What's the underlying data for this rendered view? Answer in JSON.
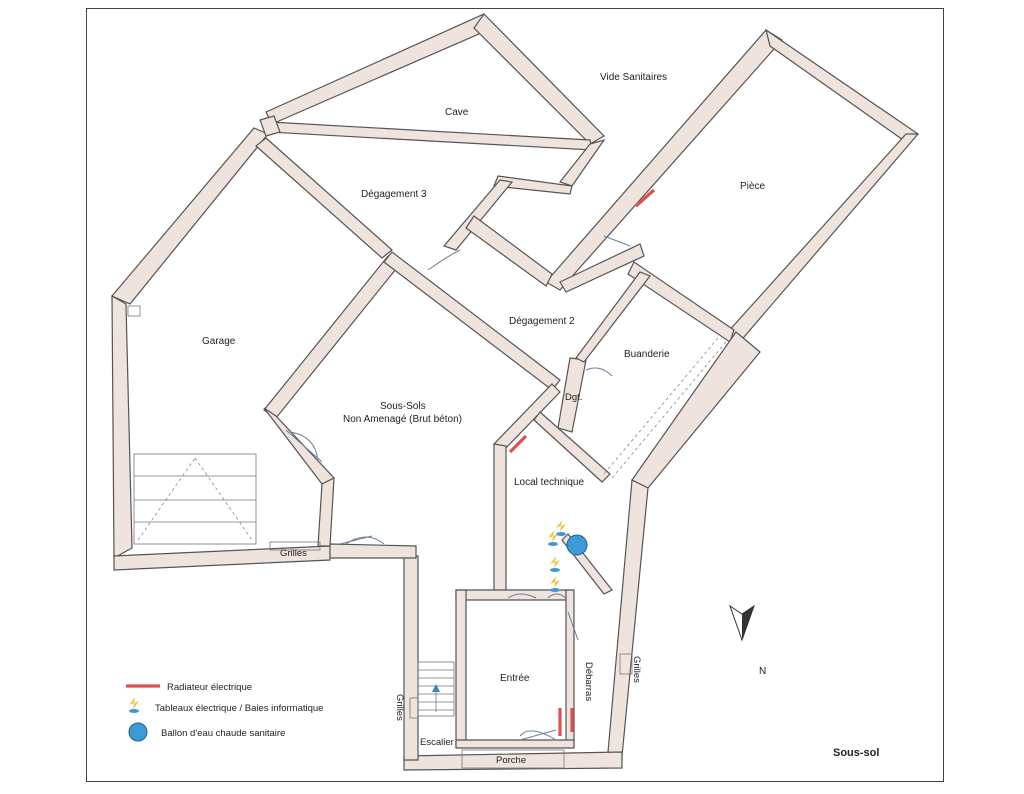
{
  "plan": {
    "title": "Sous-sol",
    "north_label": "N",
    "rooms": {
      "vide_sanitaires": "Vide Sanitaires",
      "cave": "Cave",
      "piece": "Pièce",
      "degagement3": "Dégagement 3",
      "garage": "Garage",
      "degagement2": "Dégagement 2",
      "buanderie": "Buanderie",
      "dgt": "Dgt.",
      "sous_sols_line1": "Sous-Sols",
      "sous_sols_line2": "Non Amenagé (Brut béton)",
      "local_technique": "Local technique",
      "entree": "Entrée",
      "debarras": "Débarras",
      "escalier": "Escalier",
      "porche": "Porche",
      "grilles_garage": "Grilles",
      "grilles_escalier": "Grilles",
      "grilles_debarras": "Grilles"
    }
  },
  "legend": {
    "radiateur": "Radiateur électrique",
    "tableaux": "Tableaux électrique / Baies informatique",
    "ballon": "Ballon d'eau chaude sanitaire"
  },
  "colors": {
    "radiator": "#e05050",
    "boiler": "#3d9ad8",
    "wall_fill": "#efe3dd"
  }
}
